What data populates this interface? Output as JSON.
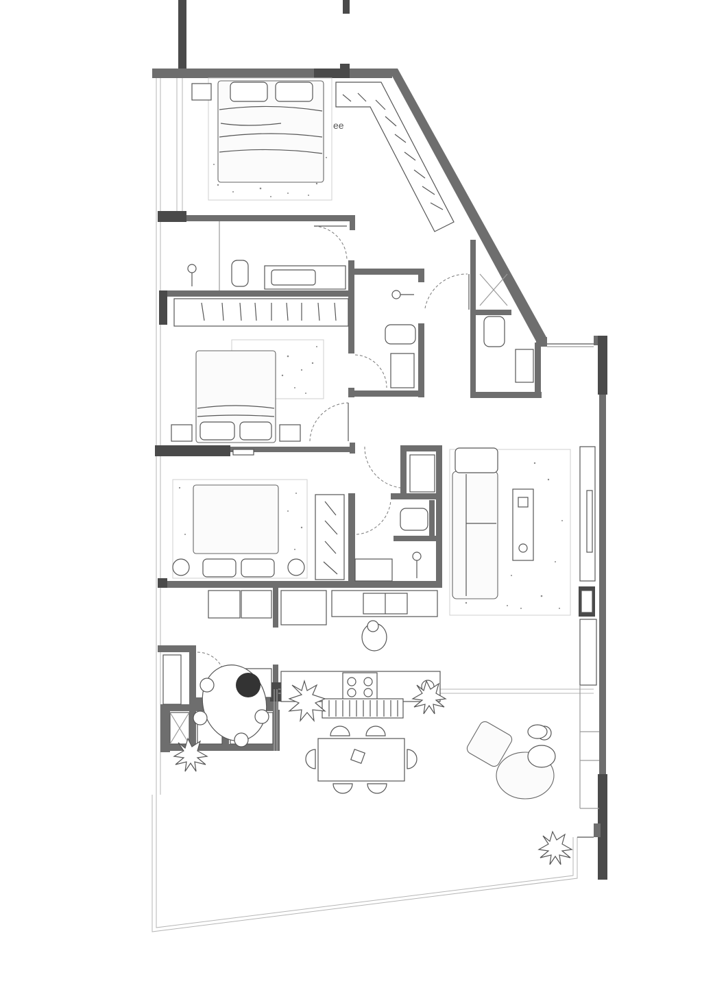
{
  "plan": {
    "rooms": [
      {
        "id": "bedroom-1"
      },
      {
        "id": "bathroom-1"
      },
      {
        "id": "bedroom-2"
      },
      {
        "id": "bathroom-2"
      },
      {
        "id": "bathroom-3"
      },
      {
        "id": "bedroom-3"
      },
      {
        "id": "bathroom-4"
      },
      {
        "id": "living-room"
      },
      {
        "id": "kitchen"
      },
      {
        "id": "dining"
      },
      {
        "id": "laundry"
      },
      {
        "id": "terrace"
      }
    ],
    "colors": {
      "wall": "#6e6e6e",
      "wall_dark": "#4a4a4a",
      "line": "#555555",
      "background": "#ffffff"
    }
  }
}
